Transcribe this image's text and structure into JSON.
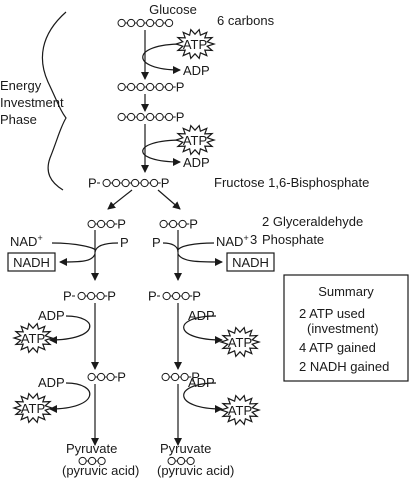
{
  "colors": {
    "ink": "#1a1a1a",
    "paper": "#ffffff"
  },
  "icons": {
    "atp_badge": "starburst-icon",
    "carbon": "circle-icon"
  },
  "labels": {
    "glucose": "Glucose",
    "six_carbons": "6 carbons",
    "atp": "ATP",
    "adp": "ADP",
    "p": "P",
    "phase_line1": "Energy",
    "phase_line2": "Investment",
    "phase_line3": "Phase",
    "fructose": "Fructose 1,6-Bisphosphate",
    "g3p_line1": "2  Glyceraldehyde",
    "g3p_num": "3",
    "g3p_line2": "Phosphate",
    "nad": "NAD",
    "nad_sup": "+",
    "nadh": "NADH",
    "pyruvate": "Pyruvate",
    "pyruvic_acid": "(pyruvic acid)"
  },
  "summary": {
    "title": "Summary",
    "line1": "2 ATP used",
    "line2": "(investment)",
    "line3": "4 ATP gained",
    "line4": "2 NADH gained"
  }
}
